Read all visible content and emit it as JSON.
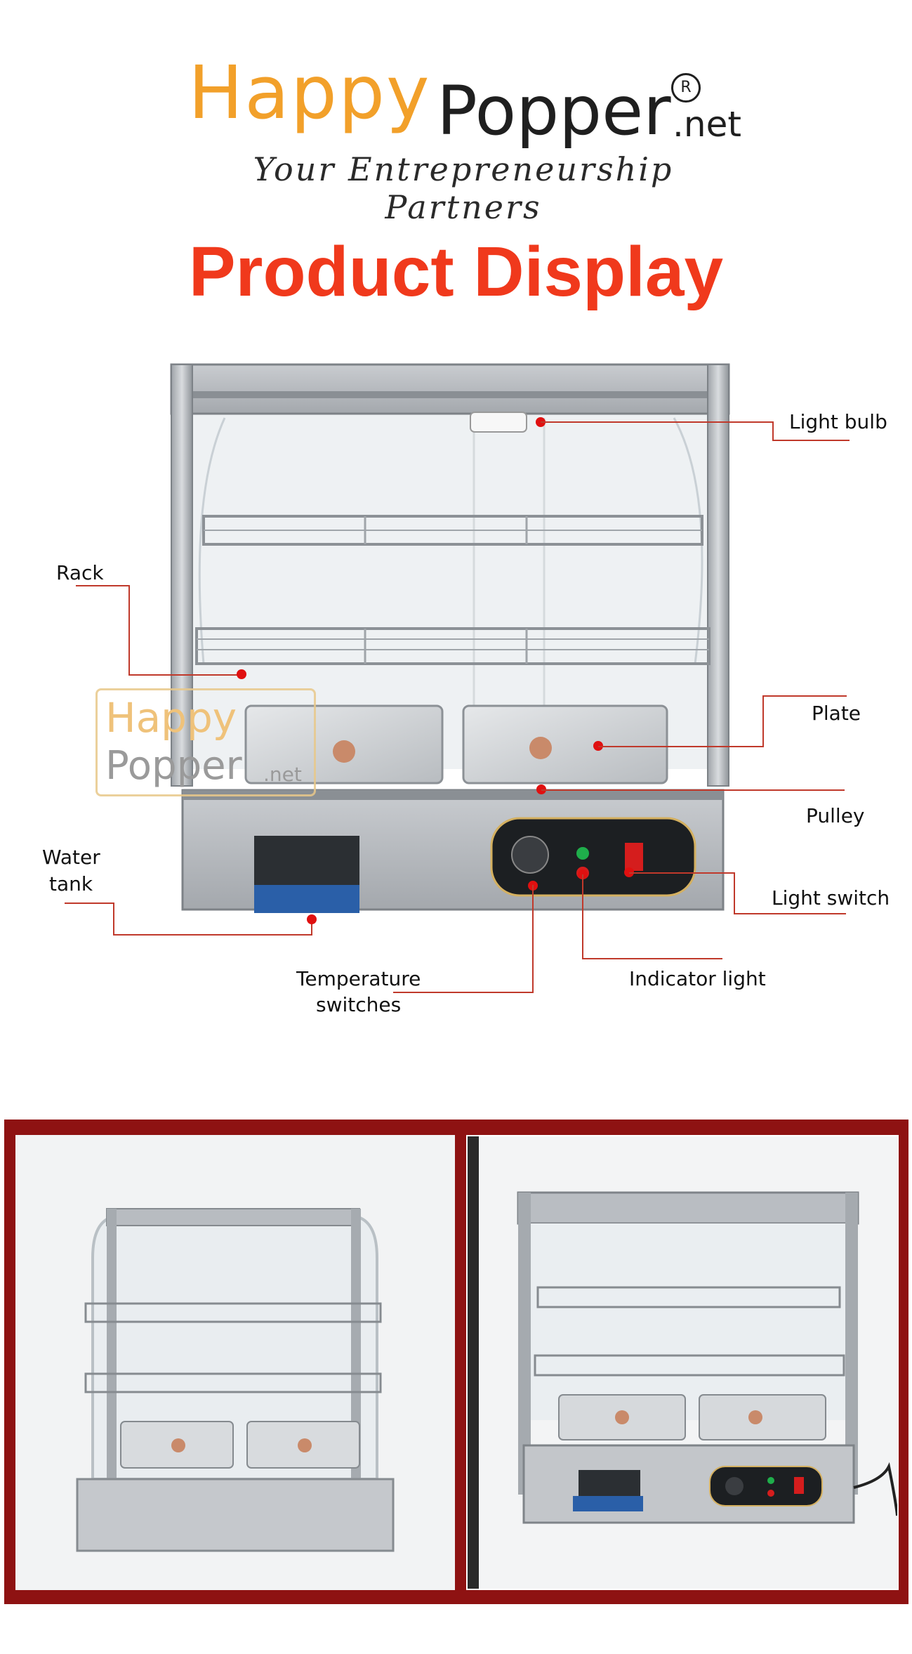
{
  "header": {
    "brand_happy": "Happy",
    "brand_popper": "Popper",
    "brand_net": ".net",
    "registered_mark": "R",
    "tagline": "Your Entrepreneurship Partners"
  },
  "title": "Product Display",
  "watermark": {
    "happy": "Happy",
    "popper": "Popper",
    "net": ".net"
  },
  "callouts": {
    "light_bulb": "Light bulb",
    "rack": "Rack",
    "plate": "Plate",
    "pulley": "Pulley",
    "water_tank_line1": "Water",
    "water_tank_line2": "tank",
    "light_switch": "Light switch",
    "temperature_line1": "Temperature",
    "temperature_line2": "switches",
    "indicator_light": "Indicator light"
  },
  "colors": {
    "title_red": "#f0391c",
    "brand_orange": "#f2a02a",
    "callout_line": "#c0392b",
    "frame_red": "#8e1212"
  }
}
